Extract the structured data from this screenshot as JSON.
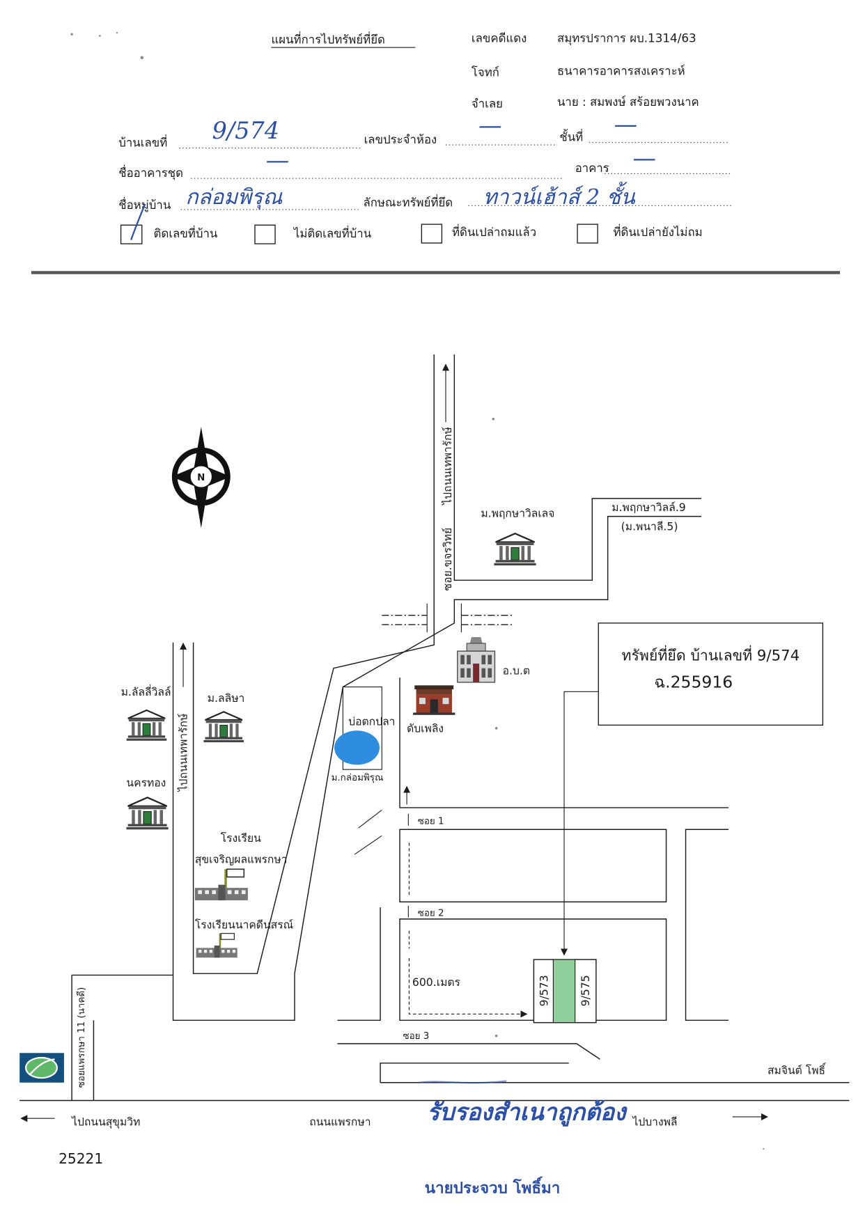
{
  "header": {
    "title": "แผนที่การไปทรัพย์ที่ยึด",
    "case_label": "เลขคดีแดง",
    "case_value": "สมุทรปราการ ผบ.1314/63",
    "plaintiff_label": "โจทก์",
    "plaintiff_value": "ธนาคารอาคารสงเคราะห์",
    "defendant_label": "จำเลย",
    "defendant_value": "นาย :  สมพงษ์  สร้อยพวงนาค"
  },
  "form": {
    "house_no_label": "บ้านเลขที่",
    "house_no_value": "9/574",
    "room_no_label": "เลขประจำห้อง",
    "room_no_value": "—",
    "floor_label": "ชั้นที่",
    "floor_value": "—",
    "condo_label": "ชื่ออาคารชุด",
    "condo_value": "—",
    "building_label": "อาคาร",
    "building_value": "—",
    "village_label": "ชื่อหมู่บ้าน",
    "village_value": "กล่อมพิรุณ",
    "property_type_label": "ลักษณะทรัพย์ที่ยึด",
    "property_type_value": "ทาวน์เฮ้าส์  2  ชั้น",
    "checkboxes": [
      {
        "label": "ติดเลขที่บ้าน",
        "checked": true
      },
      {
        "label": "ไม่ติดเลขที่บ้าน",
        "checked": false
      },
      {
        "label": "ที่ดินเปล่าถมแล้ว",
        "checked": false
      },
      {
        "label": "ที่ดินเปล่ายังไม่ถม",
        "checked": false
      }
    ]
  },
  "map": {
    "compass_letter": "N",
    "seized_box": {
      "line1": "ทรัพย์ที่ยึด  บ้านเลขที่ 9/574",
      "line2": "ฉ.255916"
    },
    "roads": {
      "to_thepharak_top": "ไปถนนเทพารักษ์",
      "soi_khajonwit": "ซอย.ขจรวิทย์",
      "to_thepharak_left": "ไปถนนเทพารักษ์",
      "soi_1": "ซอย 1",
      "soi_2": "ซอย 2",
      "soi_3": "ซอย 3",
      "soi_praeksa_11": "ซอยแพรกษา 11 (นาคดี)",
      "praeksa_road": "ถนนแพรกษา",
      "to_sukhumvit": "ไปถนนสุขุมวิท",
      "to_bangphli": "ไปบางพลี"
    },
    "places": {
      "pruksa_village": "ม.พฤกษาวิลเลจ",
      "pruksa_ville_9": "ม.พฤกษาวิลล์.9",
      "panalee_5": "(ม.พนาลี.5)",
      "sao_office": "อ.บ.ต",
      "fire_station": "ดับเพลิง",
      "fishing_pond": "บ่อตกปลา",
      "klom_pirun": "ม.กล่อมพิรุณ",
      "lanlee_ville": "ม.ลัลลี่วิลล์",
      "lalisa": "ม.ลลิษา",
      "nakhon_thong": "นครทอง",
      "school_heading": "โรงเรียน",
      "school_1": "สุขเจริญผลแพรกษา",
      "school_2": "โรงเรียนนาคดีนสรณ์",
      "somjin": "สมจินต์ โพธิ์"
    },
    "houses": {
      "left": "9/573",
      "right": "9/575"
    },
    "distance": "600.เมตร"
  },
  "footer": {
    "doc_no": "25221",
    "certify_stamp": "รับรองสำเนาถูกต้อง",
    "signer": "นายประจวบ  โพธิ์มา"
  },
  "colors": {
    "ink": "#2b4fa8",
    "pond": "#2f8de0",
    "seized_house": "#8fd09c",
    "logo_bg": "#13507f",
    "logo_leaf": "#5fb86a"
  },
  "icons": {
    "compass": "compass-rose",
    "village": "classical-building",
    "school": "school-building",
    "fire_station": "fire-station",
    "sao_office": "government-office",
    "logo": "bank-logo"
  }
}
